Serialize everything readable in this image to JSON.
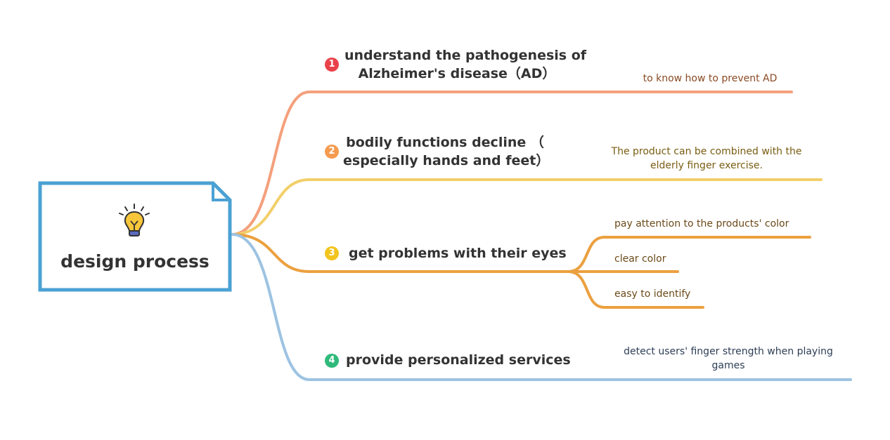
{
  "root": {
    "label": "design process",
    "icon": "lightbulb-icon"
  },
  "colors": {
    "branch1": "#f4a07c",
    "branch2": "#f2cf6a",
    "branch3": "#eba03f",
    "branch4": "#9dc3e2",
    "marker1": "#e9424a",
    "marker2": "#f59b50",
    "marker3": "#f2c41d",
    "marker4": "#2fb97a",
    "root_border": "#4ba1d3"
  },
  "topics": [
    {
      "number": "1",
      "line1": "understand the pathogenesis of",
      "line2": "Alzheimer's disease（AD）",
      "subtopics": [
        {
          "line1": "to know how to prevent AD"
        }
      ]
    },
    {
      "number": "2",
      "line1": "bodily functions decline （",
      "line2": "especially hands and feet）",
      "subtopics": [
        {
          "line1": "The product can be combined with the",
          "line2": "elderly finger exercise."
        }
      ]
    },
    {
      "number": "3",
      "line1": "get problems with their eyes",
      "subtopics": [
        {
          "line1": "pay attention to the products' color"
        },
        {
          "line1": "clear color"
        },
        {
          "line1": "easy to identify"
        }
      ]
    },
    {
      "number": "4",
      "line1": "provide personalized services",
      "subtopics": [
        {
          "line1": "detect users' finger strength when playing",
          "line2": "games"
        }
      ]
    }
  ]
}
